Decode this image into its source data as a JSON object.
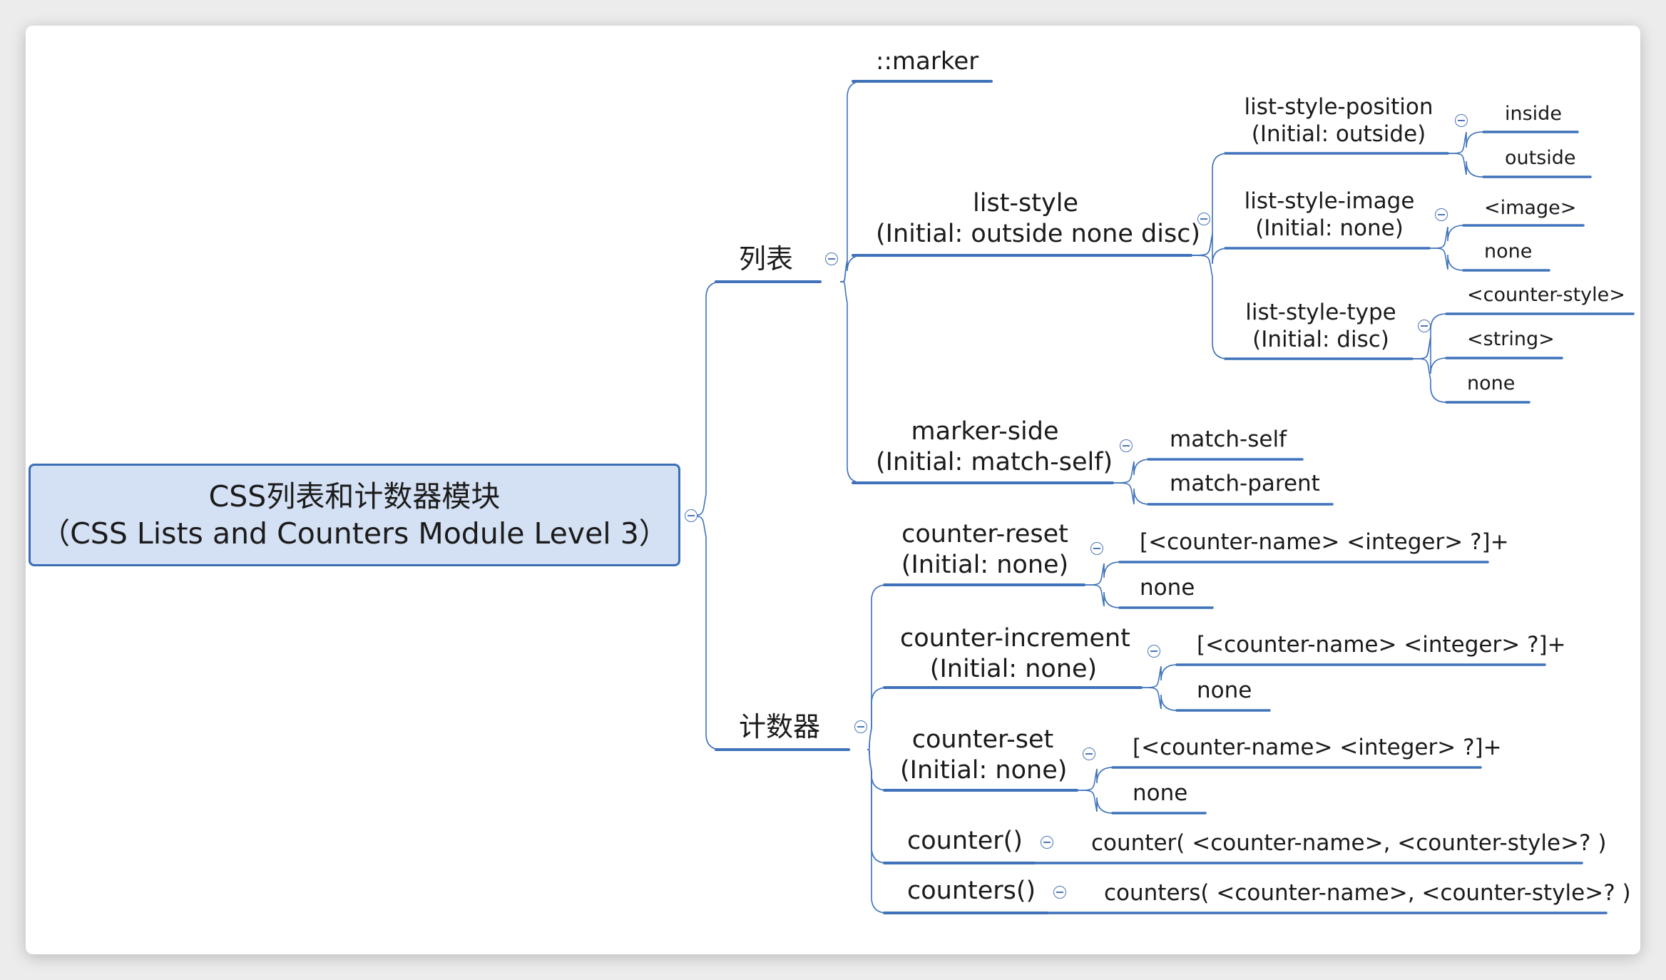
{
  "root": {
    "line1": "CSS列表和计数器模块",
    "line2": "（CSS Lists and Counters Module Level 3）"
  },
  "branches": {
    "list": {
      "label": "列表",
      "marker": "::marker",
      "list_style": {
        "line1": "list-style",
        "line2": "(Initial: outside none disc)",
        "position": {
          "line1": "list-style-position",
          "line2": "(Initial: outside)",
          "values": [
            "inside",
            "outside"
          ]
        },
        "image": {
          "line1": "list-style-image",
          "line2": "(Initial: none)",
          "values": [
            "<image>",
            "none"
          ]
        },
        "type": {
          "line1": "list-style-type",
          "line2": "(Initial: disc)",
          "values": [
            "<counter-style>",
            "<string>",
            "none"
          ]
        }
      },
      "marker_side": {
        "line1": "marker-side",
        "line2": "(Initial: match-self)",
        "values": [
          "match-self",
          "match-parent"
        ]
      }
    },
    "counter": {
      "label": "计数器",
      "reset": {
        "line1": "counter-reset",
        "line2": "(Initial: none)",
        "values": [
          "[<counter-name> <integer> ?]+",
          "none"
        ]
      },
      "increment": {
        "line1": "counter-increment",
        "line2": "(Initial: none)",
        "values": [
          "[<counter-name> <integer> ?]+",
          "none"
        ]
      },
      "set": {
        "line1": "counter-set",
        "line2": "(Initial: none)",
        "values": [
          "[<counter-name> <integer> ?]+",
          "none"
        ]
      },
      "counter_fn": {
        "label": "counter()",
        "value": "counter( <counter-name>, <counter-style>? )"
      },
      "counters_fn": {
        "label": "counters()",
        "value": "counters( <counter-name>, <counter-style>? )"
      }
    }
  },
  "colors": {
    "branch_line": "#3f72ba",
    "root_fill": "#d4e0f3",
    "root_border": "#3a6eb7",
    "canvas": "#ffffff",
    "background": "#ececec"
  }
}
